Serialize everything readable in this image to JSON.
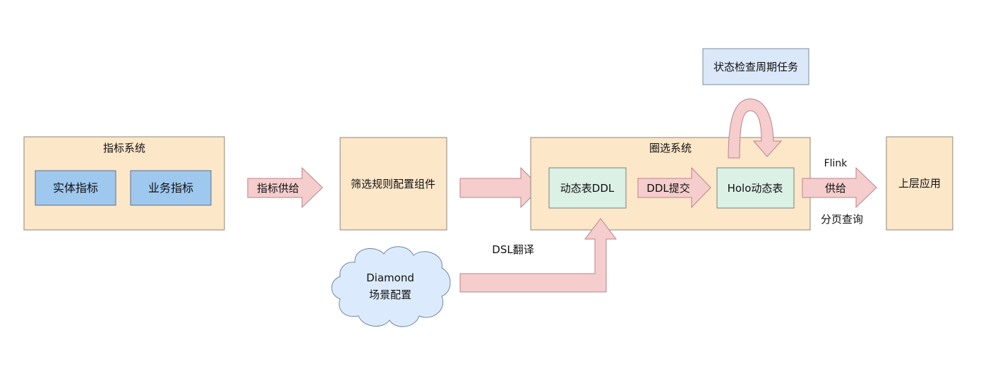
{
  "colors": {
    "container_fill": "#fde7c9",
    "container_stroke": "#8f8476",
    "blue_fill": "#9fc8ef",
    "blue_stroke": "#5b6f86",
    "green_fill": "#dcf1e6",
    "green_stroke": "#74857d",
    "arrow_fill": "#f5cdcd",
    "arrow_stroke": "#b9838a",
    "cloud_fill": "#dceafd",
    "cloud_stroke": "#6f86a0",
    "task_fill": "#dbe8fa",
    "task_stroke": "#7c8ba0"
  },
  "nodes": {
    "metric_system": {
      "title": "指标系统",
      "entity_metric": "实体指标",
      "business_metric": "业务指标"
    },
    "filter_rule_component": "筛选规则配置组件",
    "selection_system": {
      "title": "圈选系统",
      "dynamic_table_ddl": "动态表DDL",
      "holo_dynamic_table": "Holo动态表"
    },
    "upper_application": "上层应用",
    "status_check_task": "状态检查周期任务",
    "diamond_scene_config": {
      "line1": "Diamond",
      "line2": "场景配置"
    }
  },
  "edges": {
    "metric_supply": "指标供给",
    "ddl_submit": "DDL提交",
    "dsl_translate": "DSL翻译",
    "flink": "Flink",
    "supply": "供给",
    "paged_query": "分页查询"
  }
}
